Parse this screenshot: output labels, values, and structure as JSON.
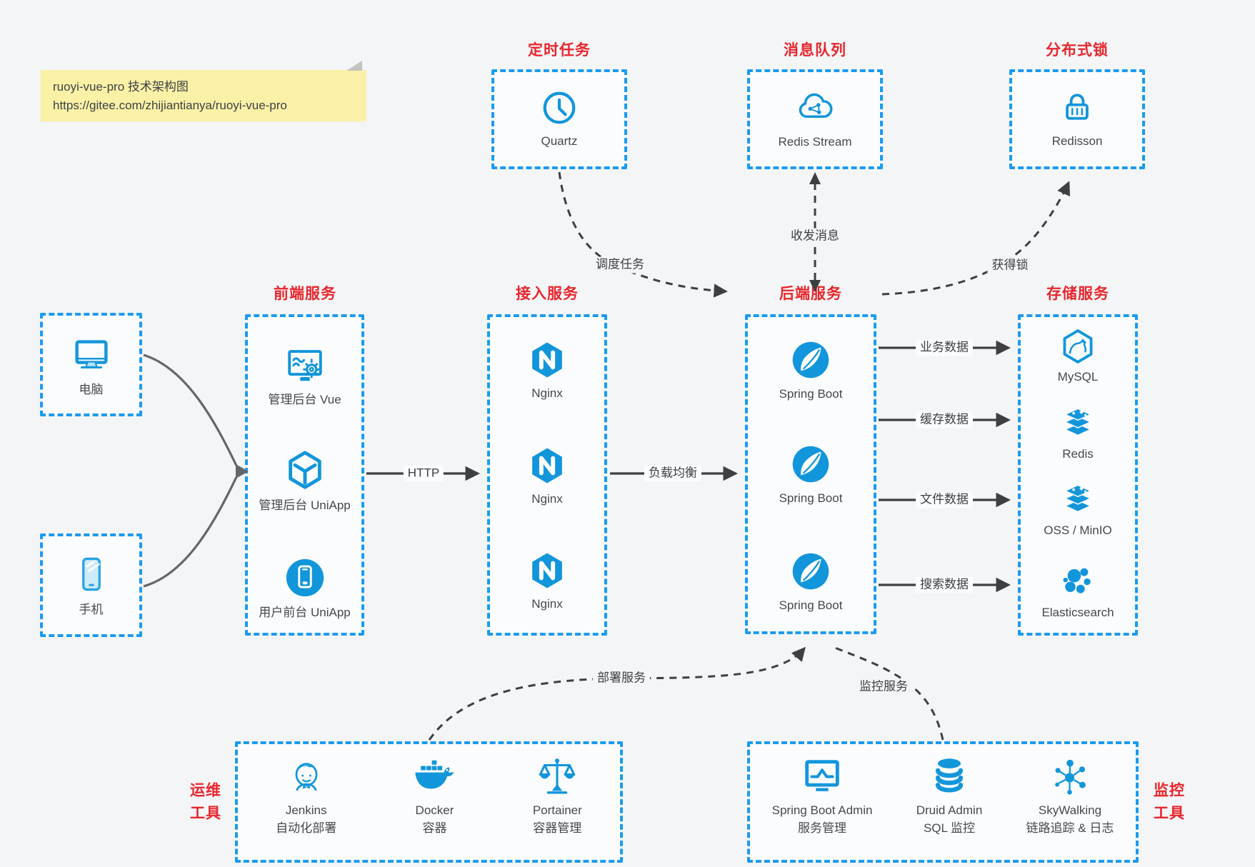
{
  "note": {
    "line1": "ruoyi-vue-pro 技术架构图",
    "line2": "https://gitee.com/zhijiantianya/ruoyi-vue-pro"
  },
  "colors": {
    "accent_blue": "#1296db",
    "border_blue": "#1b9bf0",
    "label_red": "#e8262d",
    "arrow_dark": "#3c4043",
    "arrow_gray": "#63676b",
    "note_bg": "#faf1a6",
    "background": "#f4f5f6"
  },
  "top_groups": [
    {
      "title": "定时任务",
      "item": {
        "icon": "clock-icon",
        "label": "Quartz"
      }
    },
    {
      "title": "消息队列",
      "item": {
        "icon": "cloud-network-icon",
        "label": "Redis Stream"
      }
    },
    {
      "title": "分布式锁",
      "item": {
        "icon": "lock-icon",
        "label": "Redisson"
      }
    }
  ],
  "devices": [
    {
      "icon": "desktop-icon",
      "label": "电脑"
    },
    {
      "icon": "smartphone-icon",
      "label": "手机"
    }
  ],
  "columns": {
    "frontend": {
      "title": "前端服务",
      "items": [
        {
          "icon": "admin-vue-icon",
          "label": "管理后台 Vue"
        },
        {
          "icon": "uniapp-box-icon",
          "label": "管理后台 UniApp"
        },
        {
          "icon": "user-uniapp-icon",
          "label": "用户前台 UniApp"
        }
      ]
    },
    "gateway": {
      "title": "接入服务",
      "items": [
        {
          "icon": "nginx-icon",
          "label": "Nginx"
        },
        {
          "icon": "nginx-icon",
          "label": "Nginx"
        },
        {
          "icon": "nginx-icon",
          "label": "Nginx"
        }
      ]
    },
    "backend": {
      "title": "后端服务",
      "items": [
        {
          "icon": "spring-boot-icon",
          "label": "Spring Boot"
        },
        {
          "icon": "spring-boot-icon",
          "label": "Spring Boot"
        },
        {
          "icon": "spring-boot-icon",
          "label": "Spring Boot"
        }
      ]
    },
    "storage": {
      "title": "存储服务",
      "items": [
        {
          "icon": "mysql-icon",
          "label": "MySQL"
        },
        {
          "icon": "redis-stack-icon",
          "label": "Redis"
        },
        {
          "icon": "oss-stack-icon",
          "label": "OSS / MinIO"
        },
        {
          "icon": "elasticsearch-icon",
          "label": "Elasticsearch"
        }
      ]
    }
  },
  "bottom_groups": [
    {
      "title": "运维\n工具",
      "items": [
        {
          "icon": "jenkins-icon",
          "label": "Jenkins",
          "sub": "自动化部署"
        },
        {
          "icon": "docker-icon",
          "label": "Docker",
          "sub": "容器"
        },
        {
          "icon": "portainer-icon",
          "label": "Portainer",
          "sub": "容器管理"
        }
      ]
    },
    {
      "title": "监控\n工具",
      "items": [
        {
          "icon": "spring-boot-admin-icon",
          "label": "Spring Boot Admin",
          "sub": "服务管理"
        },
        {
          "icon": "druid-icon",
          "label": "Druid Admin",
          "sub": "SQL 监控"
        },
        {
          "icon": "skywalking-icon",
          "label": "SkyWalking",
          "sub": "链路追踪 & 日志"
        }
      ]
    }
  ],
  "edges": {
    "http": "HTTP",
    "load_balance": "负载均衡",
    "schedule": "调度任务",
    "message": "收发消息",
    "get_lock": "获得锁",
    "business_data": "业务数据",
    "cache_data": "缓存数据",
    "file_data": "文件数据",
    "search_data": "搜索数据",
    "deploy": "部署服务",
    "monitor": "监控服务"
  }
}
